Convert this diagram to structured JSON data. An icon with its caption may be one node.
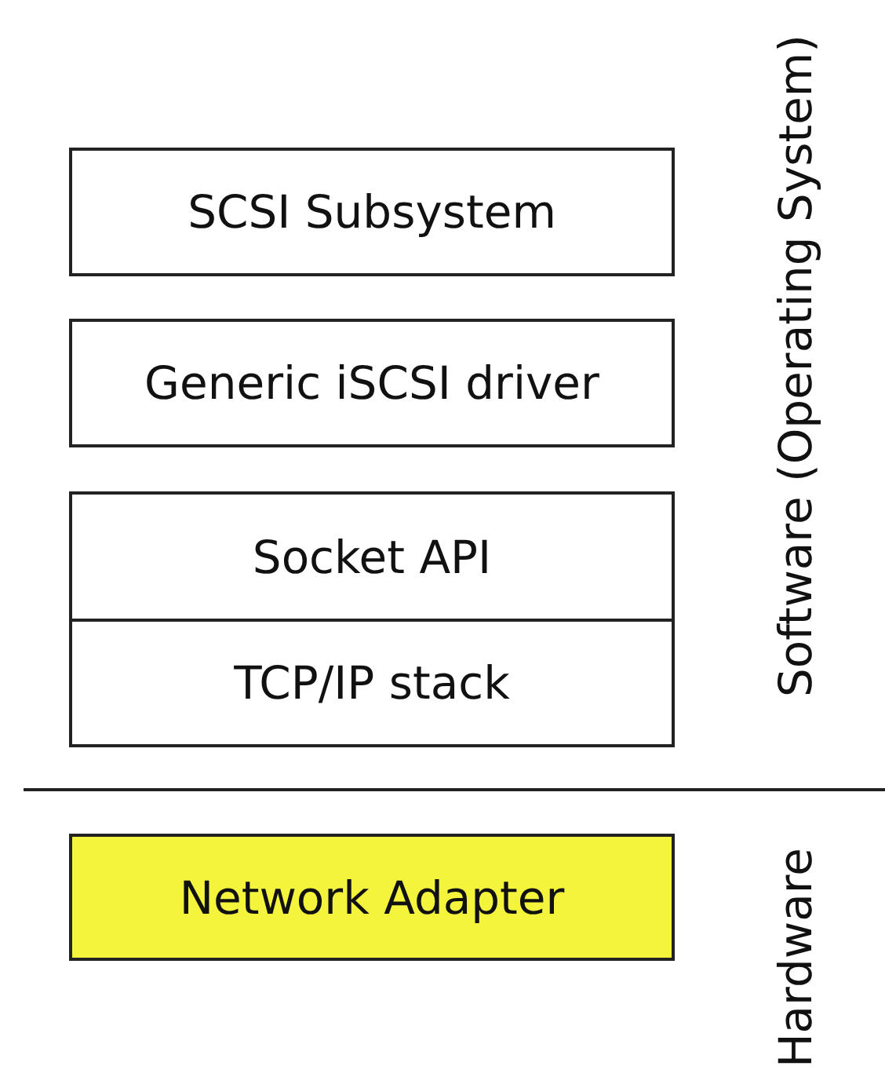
{
  "diagram": {
    "nodes": [
      {
        "text": [
          "SCSI Subsystem"
        ]
      },
      {
        "text": [
          "Generic iSCSI driver"
        ]
      },
      {
        "text": [
          "Socket API"
        ]
      },
      {
        "text": [
          "TCP/IP stack"
        ]
      },
      {
        "text": [
          "Network Adapter"
        ]
      }
    ],
    "labels": [
      "Software (Operating System)",
      "Hardware"
    ]
  }
}
